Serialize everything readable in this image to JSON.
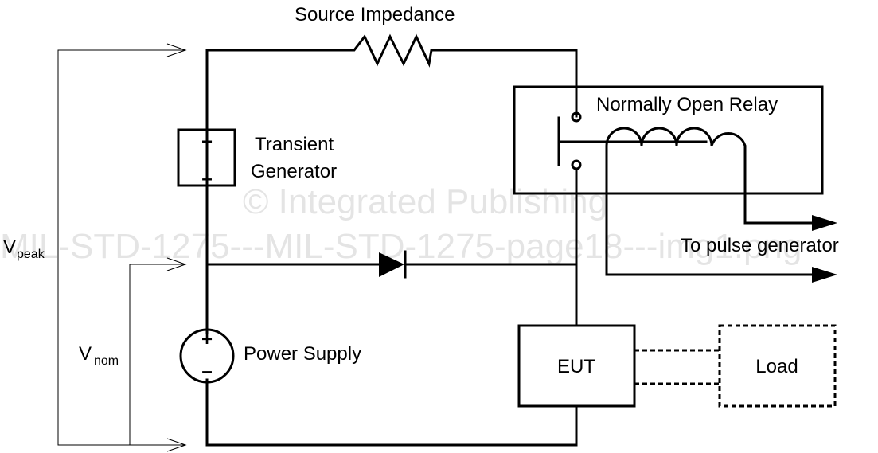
{
  "diagram": {
    "labels": {
      "source_impedance": "Source Impedance",
      "relay": "Normally Open Relay",
      "transient_line1": "Transient",
      "transient_line2": "Generator",
      "power_supply": "Power Supply",
      "pulse_generator": "To pulse generator",
      "eut": "EUT",
      "load": "Load",
      "vpeak_main": "V",
      "vpeak_sub": "peak",
      "vnom_main": "V",
      "vnom_sub": "nom",
      "plus": "+",
      "minus": "–"
    },
    "watermarks": {
      "line1": "© Integrated Publishing",
      "line2": "MIL-STD-1275---MIL-STD-1275-page18---img1.png"
    }
  }
}
